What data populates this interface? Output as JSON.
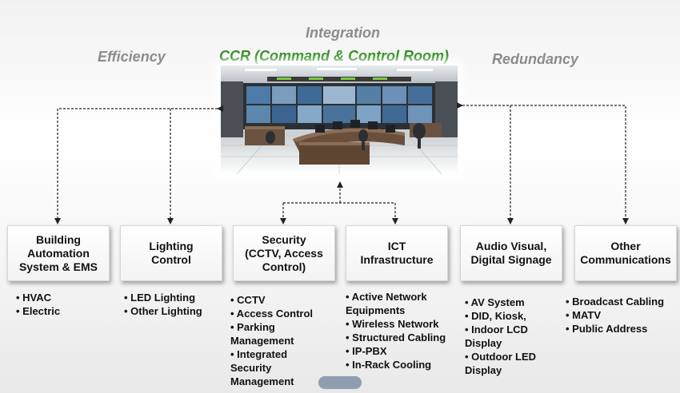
{
  "header": {
    "efficiency": "Efficiency",
    "integration": "Integration",
    "redundancy": "Redundancy",
    "ccr_title": "CCR (Command & Control Room)"
  },
  "systems": [
    {
      "name": "Building\nAutomation\nSystem & EMS",
      "items": [
        "• HVAC",
        "• Electric"
      ]
    },
    {
      "name": "Lighting\nControl",
      "items": [
        "• LED Lighting",
        "• Other Lighting"
      ]
    },
    {
      "name": "Security\n(CCTV, Access\nControl)",
      "items": [
        "• CCTV",
        "• Access Control",
        "• Parking\nManagement",
        "• Integrated\nSecurity\nManagement"
      ]
    },
    {
      "name": "ICT\nInfrastructure",
      "items": [
        "• Active Network\nEquipments",
        "• Wireless Network",
        "• Structured Cabling",
        "• IP-PBX",
        "• In-Rack Cooling"
      ]
    },
    {
      "name": "Audio Visual,\nDigital Signage",
      "items": [
        "• AV System",
        "• DID, Kiosk,",
        "• Indoor LCD\nDisplay",
        "• Outdoor LED\nDisplay"
      ]
    },
    {
      "name": "Other\nCommunications",
      "items": [
        "• Broadcast Cabling",
        "• MATV",
        "• Public Address"
      ]
    }
  ],
  "colors": {
    "ccr_title": "#2f8f1e",
    "top_labels": "#8c8c8c",
    "connector": "#222222"
  }
}
